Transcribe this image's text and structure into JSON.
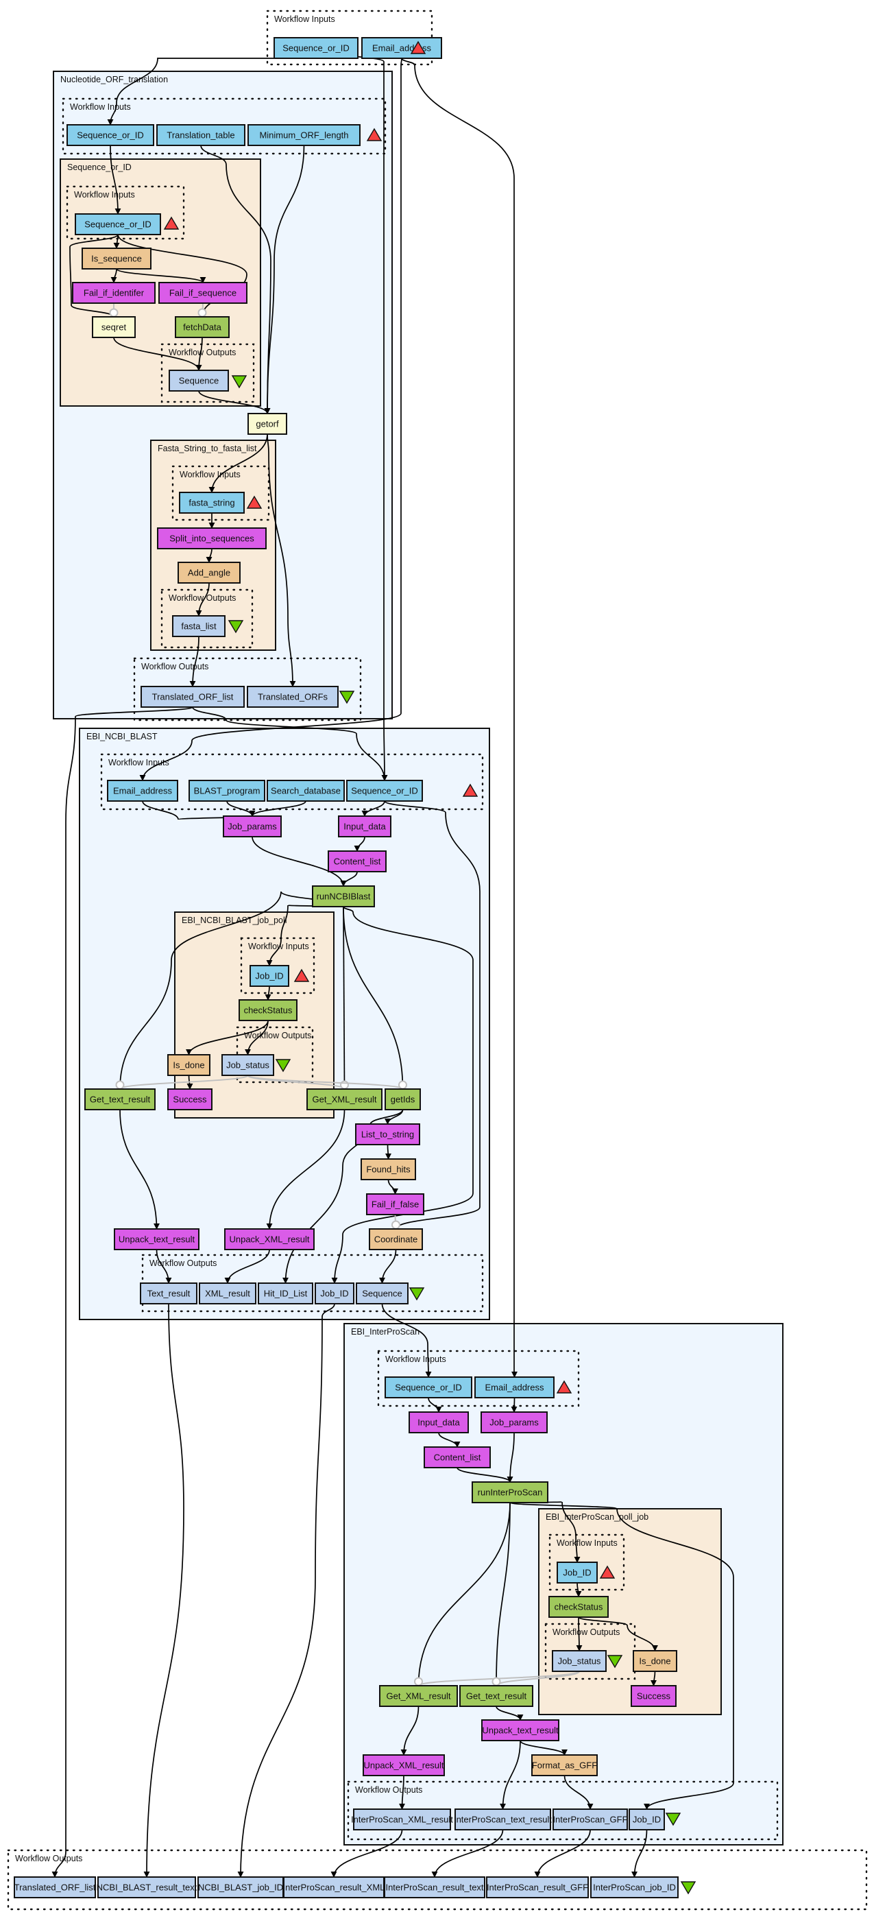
{
  "colors": {
    "input": "#87ceeb",
    "output": "#bcd2ee",
    "beanshell": "#da5ce8",
    "wsdl": "#a0c95c",
    "localworker": "#edc693",
    "tool": "#fafad2",
    "nested_workflow_bg": "#eef6fe",
    "nested_inner_bg": "#f9ebd9",
    "input_marker": "#f54141",
    "output_marker": "#66cc00"
  },
  "clusters": [
    {
      "id": "top_inputs",
      "label": "Workflow Inputs",
      "style": "dotted"
    },
    {
      "id": "nuc",
      "label": "Nucleotide_ORF_translation",
      "style": "workflow"
    },
    {
      "id": "nuc_inputs",
      "label": "Workflow Inputs",
      "style": "dotted"
    },
    {
      "id": "seqid",
      "label": "Sequence_or_ID",
      "style": "subworkflow"
    },
    {
      "id": "seqid_inputs",
      "label": "Workflow Inputs",
      "style": "dotted"
    },
    {
      "id": "seqid_outputs",
      "label": "Workflow Outputs",
      "style": "dotted"
    },
    {
      "id": "fasta",
      "label": "Fasta_String_to_fasta_list",
      "style": "subworkflow"
    },
    {
      "id": "fasta_inputs",
      "label": "Workflow Inputs",
      "style": "dotted"
    },
    {
      "id": "fasta_outputs",
      "label": "Workflow Outputs",
      "style": "dotted"
    },
    {
      "id": "nuc_outputs",
      "label": "Workflow Outputs",
      "style": "dotted"
    },
    {
      "id": "blast",
      "label": "EBI_NCBI_BLAST",
      "style": "workflow"
    },
    {
      "id": "blast_inputs",
      "label": "Workflow Inputs",
      "style": "dotted"
    },
    {
      "id": "blast_poll",
      "label": "EBI_NCBI_BLAST_job_poll",
      "style": "subworkflow"
    },
    {
      "id": "blast_poll_inputs",
      "label": "Workflow Inputs",
      "style": "dotted"
    },
    {
      "id": "blast_poll_outputs",
      "label": "Workflow Outputs",
      "style": "dotted"
    },
    {
      "id": "blast_outputs",
      "label": "Workflow Outputs",
      "style": "dotted"
    },
    {
      "id": "ips",
      "label": "EBI_InterProScan",
      "style": "workflow"
    },
    {
      "id": "ips_inputs",
      "label": "Workflow Inputs",
      "style": "dotted"
    },
    {
      "id": "ips_poll",
      "label": "EBI_InterProScan_poll_job",
      "style": "subworkflow"
    },
    {
      "id": "ips_poll_inputs",
      "label": "Workflow Inputs",
      "style": "dotted"
    },
    {
      "id": "ips_poll_outputs",
      "label": "Workflow Outputs",
      "style": "dotted"
    },
    {
      "id": "ips_outputs",
      "label": "Workflow Outputs",
      "style": "dotted"
    },
    {
      "id": "bottom_outputs",
      "label": "Workflow Outputs",
      "style": "dotted"
    }
  ],
  "nodes": [
    {
      "id": "in_seq",
      "label": "Sequence_or_ID",
      "kind": "input"
    },
    {
      "id": "in_email",
      "label": "Email_address",
      "kind": "input"
    },
    {
      "id": "nuc_in_seq",
      "label": "Sequence_or_ID",
      "kind": "input"
    },
    {
      "id": "nuc_in_tt",
      "label": "Translation_table",
      "kind": "input"
    },
    {
      "id": "nuc_in_min",
      "label": "Minimum_ORF_length",
      "kind": "input"
    },
    {
      "id": "sq_in",
      "label": "Sequence_or_ID",
      "kind": "input"
    },
    {
      "id": "is_seq",
      "label": "Is_sequence",
      "kind": "localworker"
    },
    {
      "id": "fail_id",
      "label": "Fail_if_identifer",
      "kind": "beanshell"
    },
    {
      "id": "fail_seq",
      "label": "Fail_if_sequence",
      "kind": "beanshell"
    },
    {
      "id": "seqret",
      "label": "seqret",
      "kind": "tool"
    },
    {
      "id": "fetch",
      "label": "fetchData",
      "kind": "wsdl"
    },
    {
      "id": "sq_out",
      "label": "Sequence",
      "kind": "output"
    },
    {
      "id": "getorf",
      "label": "getorf",
      "kind": "tool"
    },
    {
      "id": "fs_in",
      "label": "fasta_string",
      "kind": "input"
    },
    {
      "id": "split",
      "label": "Split_into_sequences",
      "kind": "beanshell"
    },
    {
      "id": "addangle",
      "label": "Add_angle",
      "kind": "localworker"
    },
    {
      "id": "fs_out",
      "label": "fasta_list",
      "kind": "output"
    },
    {
      "id": "nuc_out_list",
      "label": "Translated_ORF_list",
      "kind": "output"
    },
    {
      "id": "nuc_out_orfs",
      "label": "Translated_ORFs",
      "kind": "output"
    },
    {
      "id": "b_in_email",
      "label": "Email_address",
      "kind": "input"
    },
    {
      "id": "b_in_prog",
      "label": "BLAST_program",
      "kind": "input"
    },
    {
      "id": "b_in_db",
      "label": "Search_database",
      "kind": "input"
    },
    {
      "id": "b_in_seq",
      "label": "Sequence_or_ID",
      "kind": "input"
    },
    {
      "id": "b_jobparams",
      "label": "Job_params",
      "kind": "beanshell"
    },
    {
      "id": "b_inputdata",
      "label": "Input_data",
      "kind": "beanshell"
    },
    {
      "id": "b_content",
      "label": "Content_list",
      "kind": "beanshell"
    },
    {
      "id": "b_run",
      "label": "runNCBIBlast",
      "kind": "wsdl"
    },
    {
      "id": "bp_in",
      "label": "Job_ID",
      "kind": "input"
    },
    {
      "id": "bp_check",
      "label": "checkStatus",
      "kind": "wsdl"
    },
    {
      "id": "bp_isdone",
      "label": "Is_done",
      "kind": "localworker"
    },
    {
      "id": "bp_out",
      "label": "Job_status",
      "kind": "output"
    },
    {
      "id": "bp_success",
      "label": "Success",
      "kind": "beanshell"
    },
    {
      "id": "b_gettext",
      "label": "Get_text_result",
      "kind": "wsdl"
    },
    {
      "id": "b_getxml",
      "label": "Get_XML_result",
      "kind": "wsdl"
    },
    {
      "id": "b_getids",
      "label": "getIds",
      "kind": "wsdl"
    },
    {
      "id": "b_list2str",
      "label": "List_to_string",
      "kind": "beanshell"
    },
    {
      "id": "b_found",
      "label": "Found_hits",
      "kind": "localworker"
    },
    {
      "id": "b_failfalse",
      "label": "Fail_if_false",
      "kind": "beanshell"
    },
    {
      "id": "b_coord",
      "label": "Coordinate",
      "kind": "localworker"
    },
    {
      "id": "b_unpacktext",
      "label": "Unpack_text_result",
      "kind": "beanshell"
    },
    {
      "id": "b_unpackxml",
      "label": "Unpack_XML_result",
      "kind": "beanshell"
    },
    {
      "id": "b_out_text",
      "label": "Text_result",
      "kind": "output"
    },
    {
      "id": "b_out_xml",
      "label": "XML_result",
      "kind": "output"
    },
    {
      "id": "b_out_hits",
      "label": "Hit_ID_List",
      "kind": "output"
    },
    {
      "id": "b_out_job",
      "label": "Job_ID",
      "kind": "output"
    },
    {
      "id": "b_out_seq",
      "label": "Sequence",
      "kind": "output"
    },
    {
      "id": "i_in_seq",
      "label": "Sequence_or_ID",
      "kind": "input"
    },
    {
      "id": "i_in_email",
      "label": "Email_address",
      "kind": "input"
    },
    {
      "id": "i_inputdata",
      "label": "Input_data",
      "kind": "beanshell"
    },
    {
      "id": "i_jobparams",
      "label": "Job_params",
      "kind": "beanshell"
    },
    {
      "id": "i_content",
      "label": "Content_list",
      "kind": "beanshell"
    },
    {
      "id": "i_run",
      "label": "runInterProScan",
      "kind": "wsdl"
    },
    {
      "id": "ip_in",
      "label": "Job_ID",
      "kind": "input"
    },
    {
      "id": "ip_check",
      "label": "checkStatus",
      "kind": "wsdl"
    },
    {
      "id": "ip_out",
      "label": "Job_status",
      "kind": "output"
    },
    {
      "id": "ip_isdone",
      "label": "Is_done",
      "kind": "localworker"
    },
    {
      "id": "ip_success",
      "label": "Success",
      "kind": "beanshell"
    },
    {
      "id": "i_getxml",
      "label": "Get_XML_result",
      "kind": "wsdl"
    },
    {
      "id": "i_gettext",
      "label": "Get_text_result",
      "kind": "wsdl"
    },
    {
      "id": "i_unpacktext",
      "label": "Unpack_text_result",
      "kind": "beanshell"
    },
    {
      "id": "i_unpackxml",
      "label": "Unpack_XML_result",
      "kind": "beanshell"
    },
    {
      "id": "i_gff",
      "label": "Format_as_GFF",
      "kind": "localworker"
    },
    {
      "id": "i_out_xml",
      "label": "InterProScan_XML_result",
      "kind": "output"
    },
    {
      "id": "i_out_text",
      "label": "InterProScan_text_result",
      "kind": "output"
    },
    {
      "id": "i_out_gff",
      "label": "InterProScan_GFF",
      "kind": "output"
    },
    {
      "id": "i_out_job",
      "label": "Job_ID",
      "kind": "output"
    },
    {
      "id": "o_orf",
      "label": "Translated_ORF_list",
      "kind": "output"
    },
    {
      "id": "o_btext",
      "label": "NCBI_BLAST_result_text",
      "kind": "output"
    },
    {
      "id": "o_bjob",
      "label": "NCBI_BLAST_job_ID",
      "kind": "output"
    },
    {
      "id": "o_ixml",
      "label": "InterProScan_result_XML",
      "kind": "output"
    },
    {
      "id": "o_itext",
      "label": "InterProScan_result_text",
      "kind": "output"
    },
    {
      "id": "o_igff",
      "label": "InterProScan_result_GFF",
      "kind": "output"
    },
    {
      "id": "o_ijob",
      "label": "InterProScan_job_ID",
      "kind": "output"
    }
  ],
  "markers": [
    {
      "cluster": "top_inputs",
      "type": "input"
    },
    {
      "cluster": "nuc_inputs",
      "type": "input"
    },
    {
      "cluster": "seqid_inputs",
      "type": "input"
    },
    {
      "cluster": "seqid_outputs",
      "type": "output"
    },
    {
      "cluster": "fasta_inputs",
      "type": "input"
    },
    {
      "cluster": "fasta_outputs",
      "type": "output"
    },
    {
      "cluster": "nuc_outputs",
      "type": "output"
    },
    {
      "cluster": "blast_inputs",
      "type": "input"
    },
    {
      "cluster": "blast_poll_inputs",
      "type": "input"
    },
    {
      "cluster": "blast_poll_outputs",
      "type": "output"
    },
    {
      "cluster": "blast_outputs",
      "type": "output"
    },
    {
      "cluster": "ips_inputs",
      "type": "input"
    },
    {
      "cluster": "ips_poll_inputs",
      "type": "input"
    },
    {
      "cluster": "ips_poll_outputs",
      "type": "output"
    },
    {
      "cluster": "ips_outputs",
      "type": "output"
    },
    {
      "cluster": "bottom_outputs",
      "type": "output"
    }
  ],
  "edges": [
    {
      "from": "in_seq",
      "to": "nuc_in_seq"
    },
    {
      "from": "in_seq",
      "to": "b_in_seq"
    },
    {
      "from": "in_email",
      "to": "b_in_email"
    },
    {
      "from": "in_email",
      "to": "i_in_email"
    },
    {
      "from": "nuc_in_seq",
      "to": "sq_in"
    },
    {
      "from": "nuc_in_tt",
      "to": "getorf"
    },
    {
      "from": "nuc_in_min",
      "to": "getorf"
    },
    {
      "from": "sq_in",
      "to": "is_seq"
    },
    {
      "from": "sq_in",
      "to": "seqret"
    },
    {
      "from": "sq_in",
      "to": "fetch"
    },
    {
      "from": "is_seq",
      "to": "fail_id"
    },
    {
      "from": "is_seq",
      "to": "fail_seq"
    },
    {
      "from": "fail_id",
      "to": "seqret",
      "control": true
    },
    {
      "from": "fail_seq",
      "to": "fetch",
      "control": true
    },
    {
      "from": "seqret",
      "to": "sq_out"
    },
    {
      "from": "fetch",
      "to": "sq_out"
    },
    {
      "from": "sq_out",
      "to": "getorf"
    },
    {
      "from": "getorf",
      "to": "fs_in"
    },
    {
      "from": "getorf",
      "to": "nuc_out_orfs"
    },
    {
      "from": "fs_in",
      "to": "split"
    },
    {
      "from": "split",
      "to": "addangle"
    },
    {
      "from": "addangle",
      "to": "fs_out"
    },
    {
      "from": "fs_out",
      "to": "nuc_out_list"
    },
    {
      "from": "nuc_out_list",
      "to": "o_orf"
    },
    {
      "from": "nuc_out_list",
      "to": "b_in_seq"
    },
    {
      "from": "b_in_email",
      "to": "b_jobparams"
    },
    {
      "from": "b_in_prog",
      "to": "b_jobparams"
    },
    {
      "from": "b_in_db",
      "to": "b_jobparams"
    },
    {
      "from": "b_in_seq",
      "to": "b_inputdata"
    },
    {
      "from": "b_in_seq",
      "to": "b_coord"
    },
    {
      "from": "b_jobparams",
      "to": "b_run"
    },
    {
      "from": "b_inputdata",
      "to": "b_content"
    },
    {
      "from": "b_content",
      "to": "b_run"
    },
    {
      "from": "b_run",
      "to": "bp_in"
    },
    {
      "from": "b_run",
      "to": "b_gettext"
    },
    {
      "from": "b_run",
      "to": "b_getxml"
    },
    {
      "from": "b_run",
      "to": "b_getids"
    },
    {
      "from": "b_run",
      "to": "b_out_job"
    },
    {
      "from": "bp_in",
      "to": "bp_check"
    },
    {
      "from": "bp_check",
      "to": "bp_isdone"
    },
    {
      "from": "bp_check",
      "to": "bp_out"
    },
    {
      "from": "bp_isdone",
      "to": "bp_success"
    },
    {
      "from": "bp_out",
      "to": "b_gettext",
      "control": true
    },
    {
      "from": "bp_out",
      "to": "b_getxml",
      "control": true
    },
    {
      "from": "bp_out",
      "to": "b_getids",
      "control": true
    },
    {
      "from": "b_getids",
      "to": "b_list2str"
    },
    {
      "from": "b_getids",
      "to": "b_out_hits"
    },
    {
      "from": "b_list2str",
      "to": "b_found"
    },
    {
      "from": "b_found",
      "to": "b_failfalse"
    },
    {
      "from": "b_failfalse",
      "to": "b_coord",
      "control": true
    },
    {
      "from": "b_gettext",
      "to": "b_unpacktext"
    },
    {
      "from": "b_getxml",
      "to": "b_unpackxml"
    },
    {
      "from": "b_unpacktext",
      "to": "b_out_text"
    },
    {
      "from": "b_unpackxml",
      "to": "b_out_xml"
    },
    {
      "from": "b_coord",
      "to": "b_out_seq"
    },
    {
      "from": "b_out_text",
      "to": "o_btext"
    },
    {
      "from": "b_out_job",
      "to": "o_bjob"
    },
    {
      "from": "b_out_seq",
      "to": "i_in_seq"
    },
    {
      "from": "i_in_seq",
      "to": "i_inputdata"
    },
    {
      "from": "i_in_email",
      "to": "i_jobparams"
    },
    {
      "from": "i_inputdata",
      "to": "i_content"
    },
    {
      "from": "i_content",
      "to": "i_run"
    },
    {
      "from": "i_jobparams",
      "to": "i_run"
    },
    {
      "from": "i_run",
      "to": "ip_in"
    },
    {
      "from": "i_run",
      "to": "i_getxml"
    },
    {
      "from": "i_run",
      "to": "i_gettext"
    },
    {
      "from": "i_run",
      "to": "i_out_job"
    },
    {
      "from": "ip_in",
      "to": "ip_check"
    },
    {
      "from": "ip_check",
      "to": "ip_out"
    },
    {
      "from": "ip_check",
      "to": "ip_isdone"
    },
    {
      "from": "ip_isdone",
      "to": "ip_success"
    },
    {
      "from": "ip_out",
      "to": "i_getxml",
      "control": true
    },
    {
      "from": "ip_out",
      "to": "i_gettext",
      "control": true
    },
    {
      "from": "i_gettext",
      "to": "i_unpacktext"
    },
    {
      "from": "i_getxml",
      "to": "i_unpackxml"
    },
    {
      "from": "i_unpacktext",
      "to": "i_out_text"
    },
    {
      "from": "i_unpacktext",
      "to": "i_gff"
    },
    {
      "from": "i_unpackxml",
      "to": "i_out_xml"
    },
    {
      "from": "i_gff",
      "to": "i_out_gff"
    },
    {
      "from": "i_out_xml",
      "to": "o_ixml"
    },
    {
      "from": "i_out_text",
      "to": "o_itext"
    },
    {
      "from": "i_out_gff",
      "to": "o_igff"
    },
    {
      "from": "i_out_job",
      "to": "o_ijob"
    }
  ]
}
